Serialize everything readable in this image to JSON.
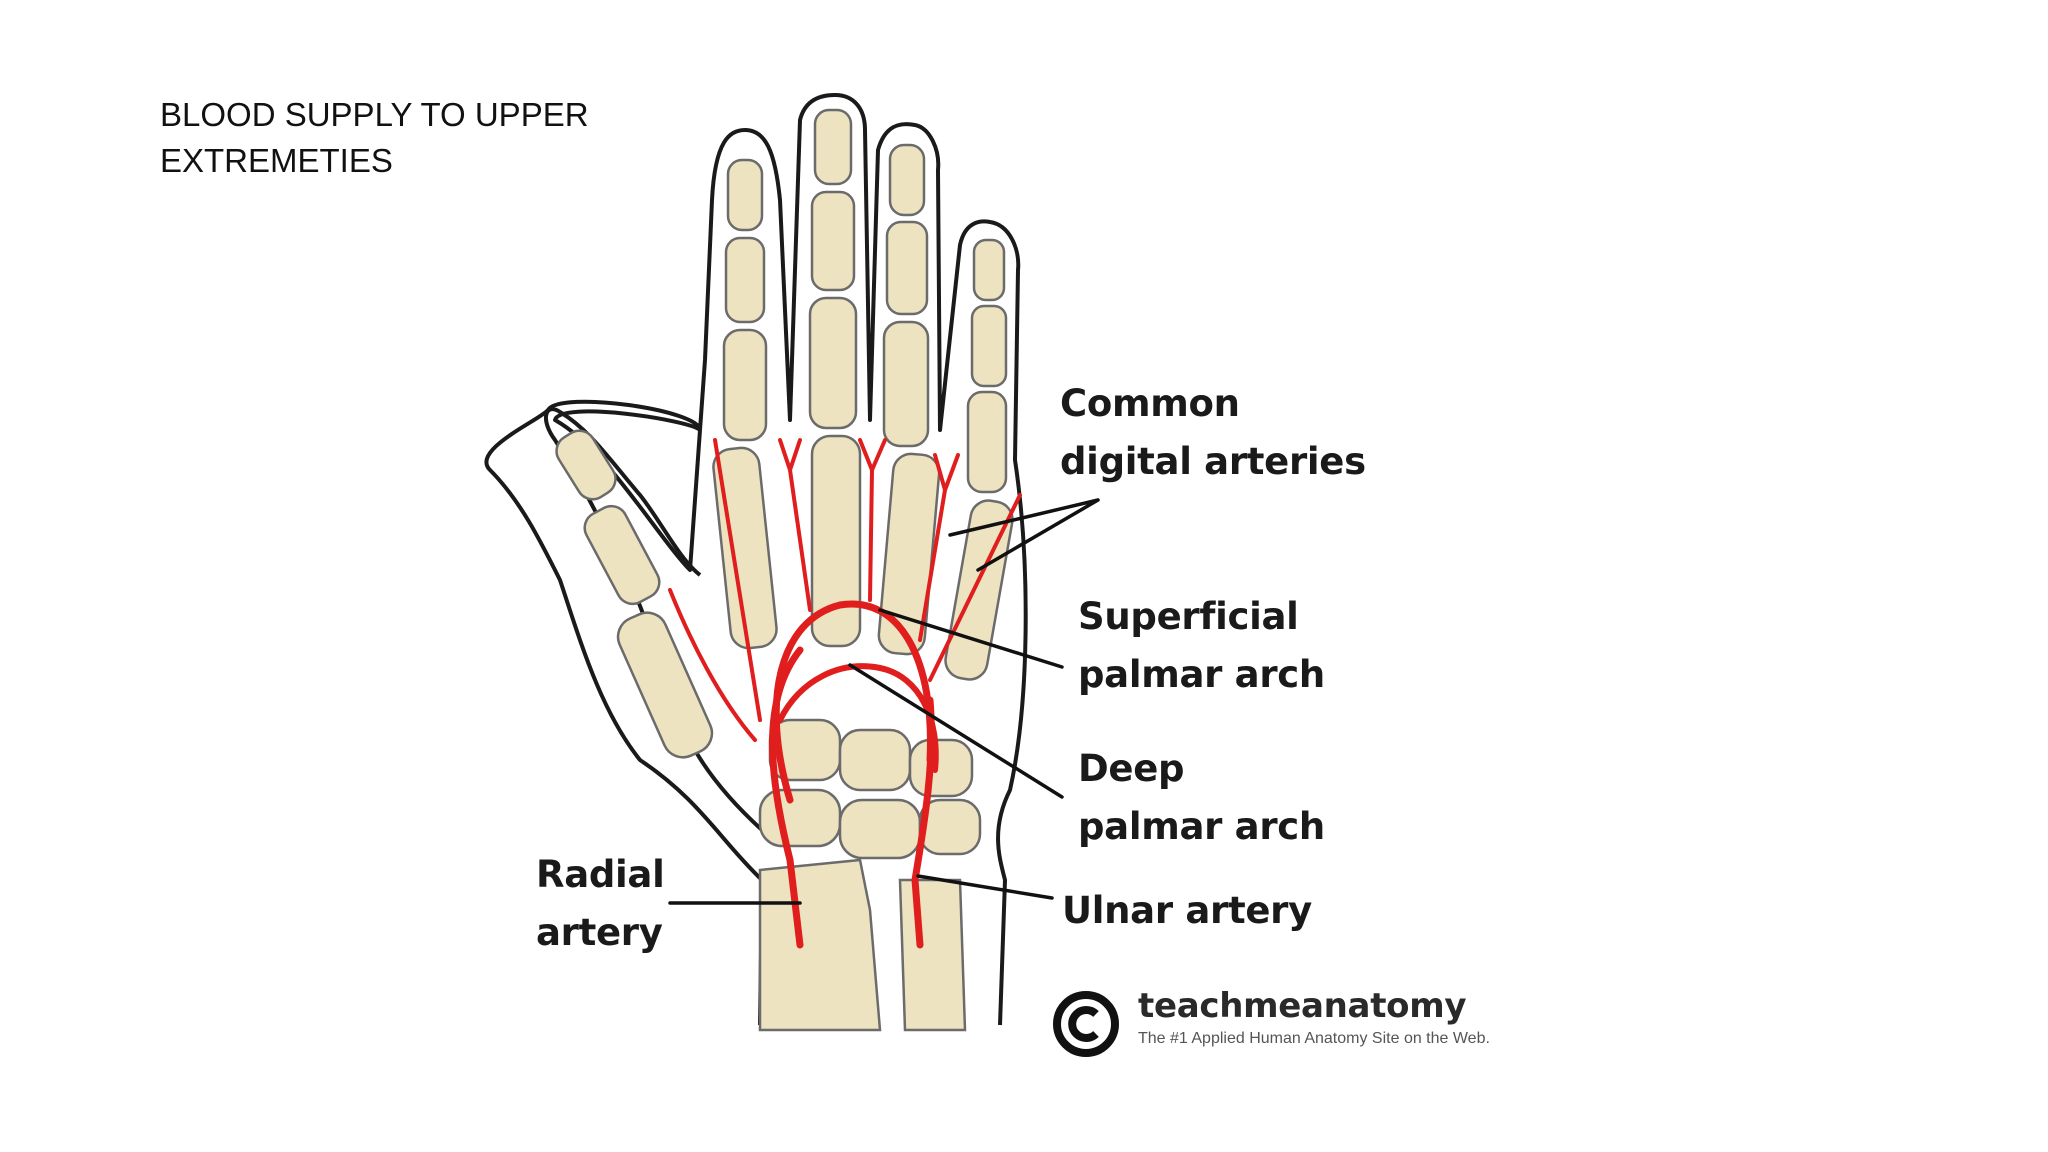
{
  "slide": {
    "title": "BLOOD SUPPLY TO UPPER\nEXTREMETIES"
  },
  "diagram": {
    "labels": {
      "common_digital_arteries": "Common\ndigital arteries",
      "superficial_palmar_arch": "Superficial\npalmar arch",
      "deep_palmar_arch": "Deep\npalmar arch",
      "radial_artery": "Radial\nartery",
      "ulnar_artery": "Ulnar artery"
    },
    "colors": {
      "bone": "#ede3c0",
      "outline": "#1a1a1a",
      "artery": "#e01e1e",
      "leader": "#111111"
    }
  },
  "brand": {
    "logo_icon": "copyright-icon",
    "name": "teachmeanatomy",
    "tagline": "The #1 Applied Human Anatomy Site on the Web."
  }
}
